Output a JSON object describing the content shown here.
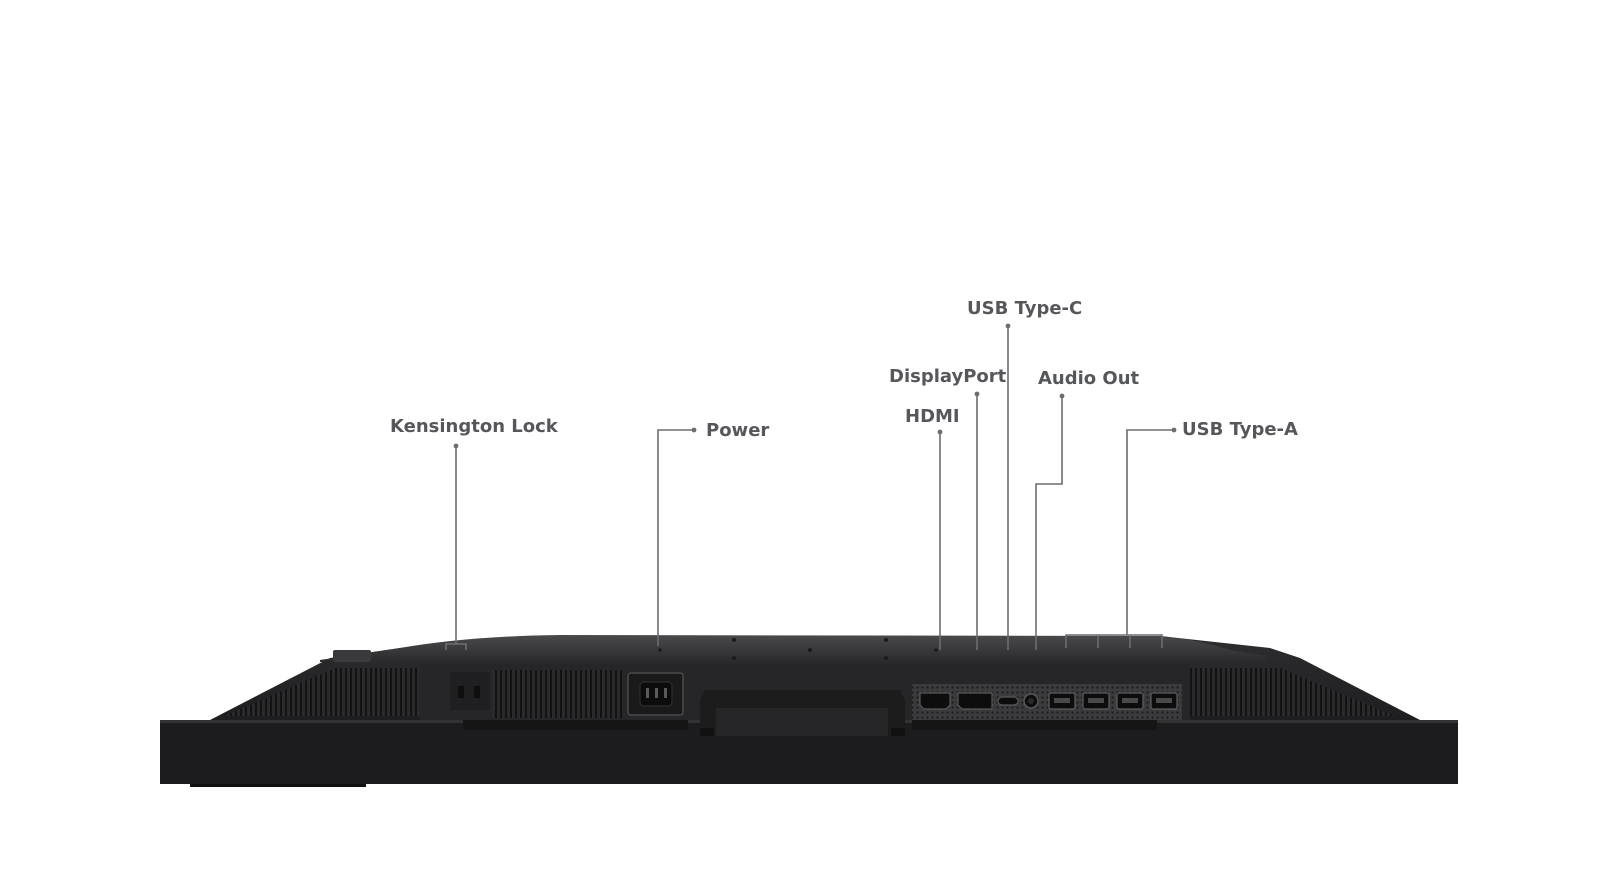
{
  "labels": {
    "kensington_lock": "Kensington Lock",
    "power": "Power",
    "hdmi": "HDMI",
    "displayport": "DisplayPort",
    "usb_type_c": "USB Type-C",
    "audio_out": "Audio Out",
    "usb_type_a": "USB Type-A"
  },
  "colors": {
    "label_text": "#55575b",
    "leader_line": "#6b6d70",
    "monitor_body": "#2b2b2d",
    "monitor_front": "#1b1b1c",
    "port_panel": "#3a3a3c"
  }
}
